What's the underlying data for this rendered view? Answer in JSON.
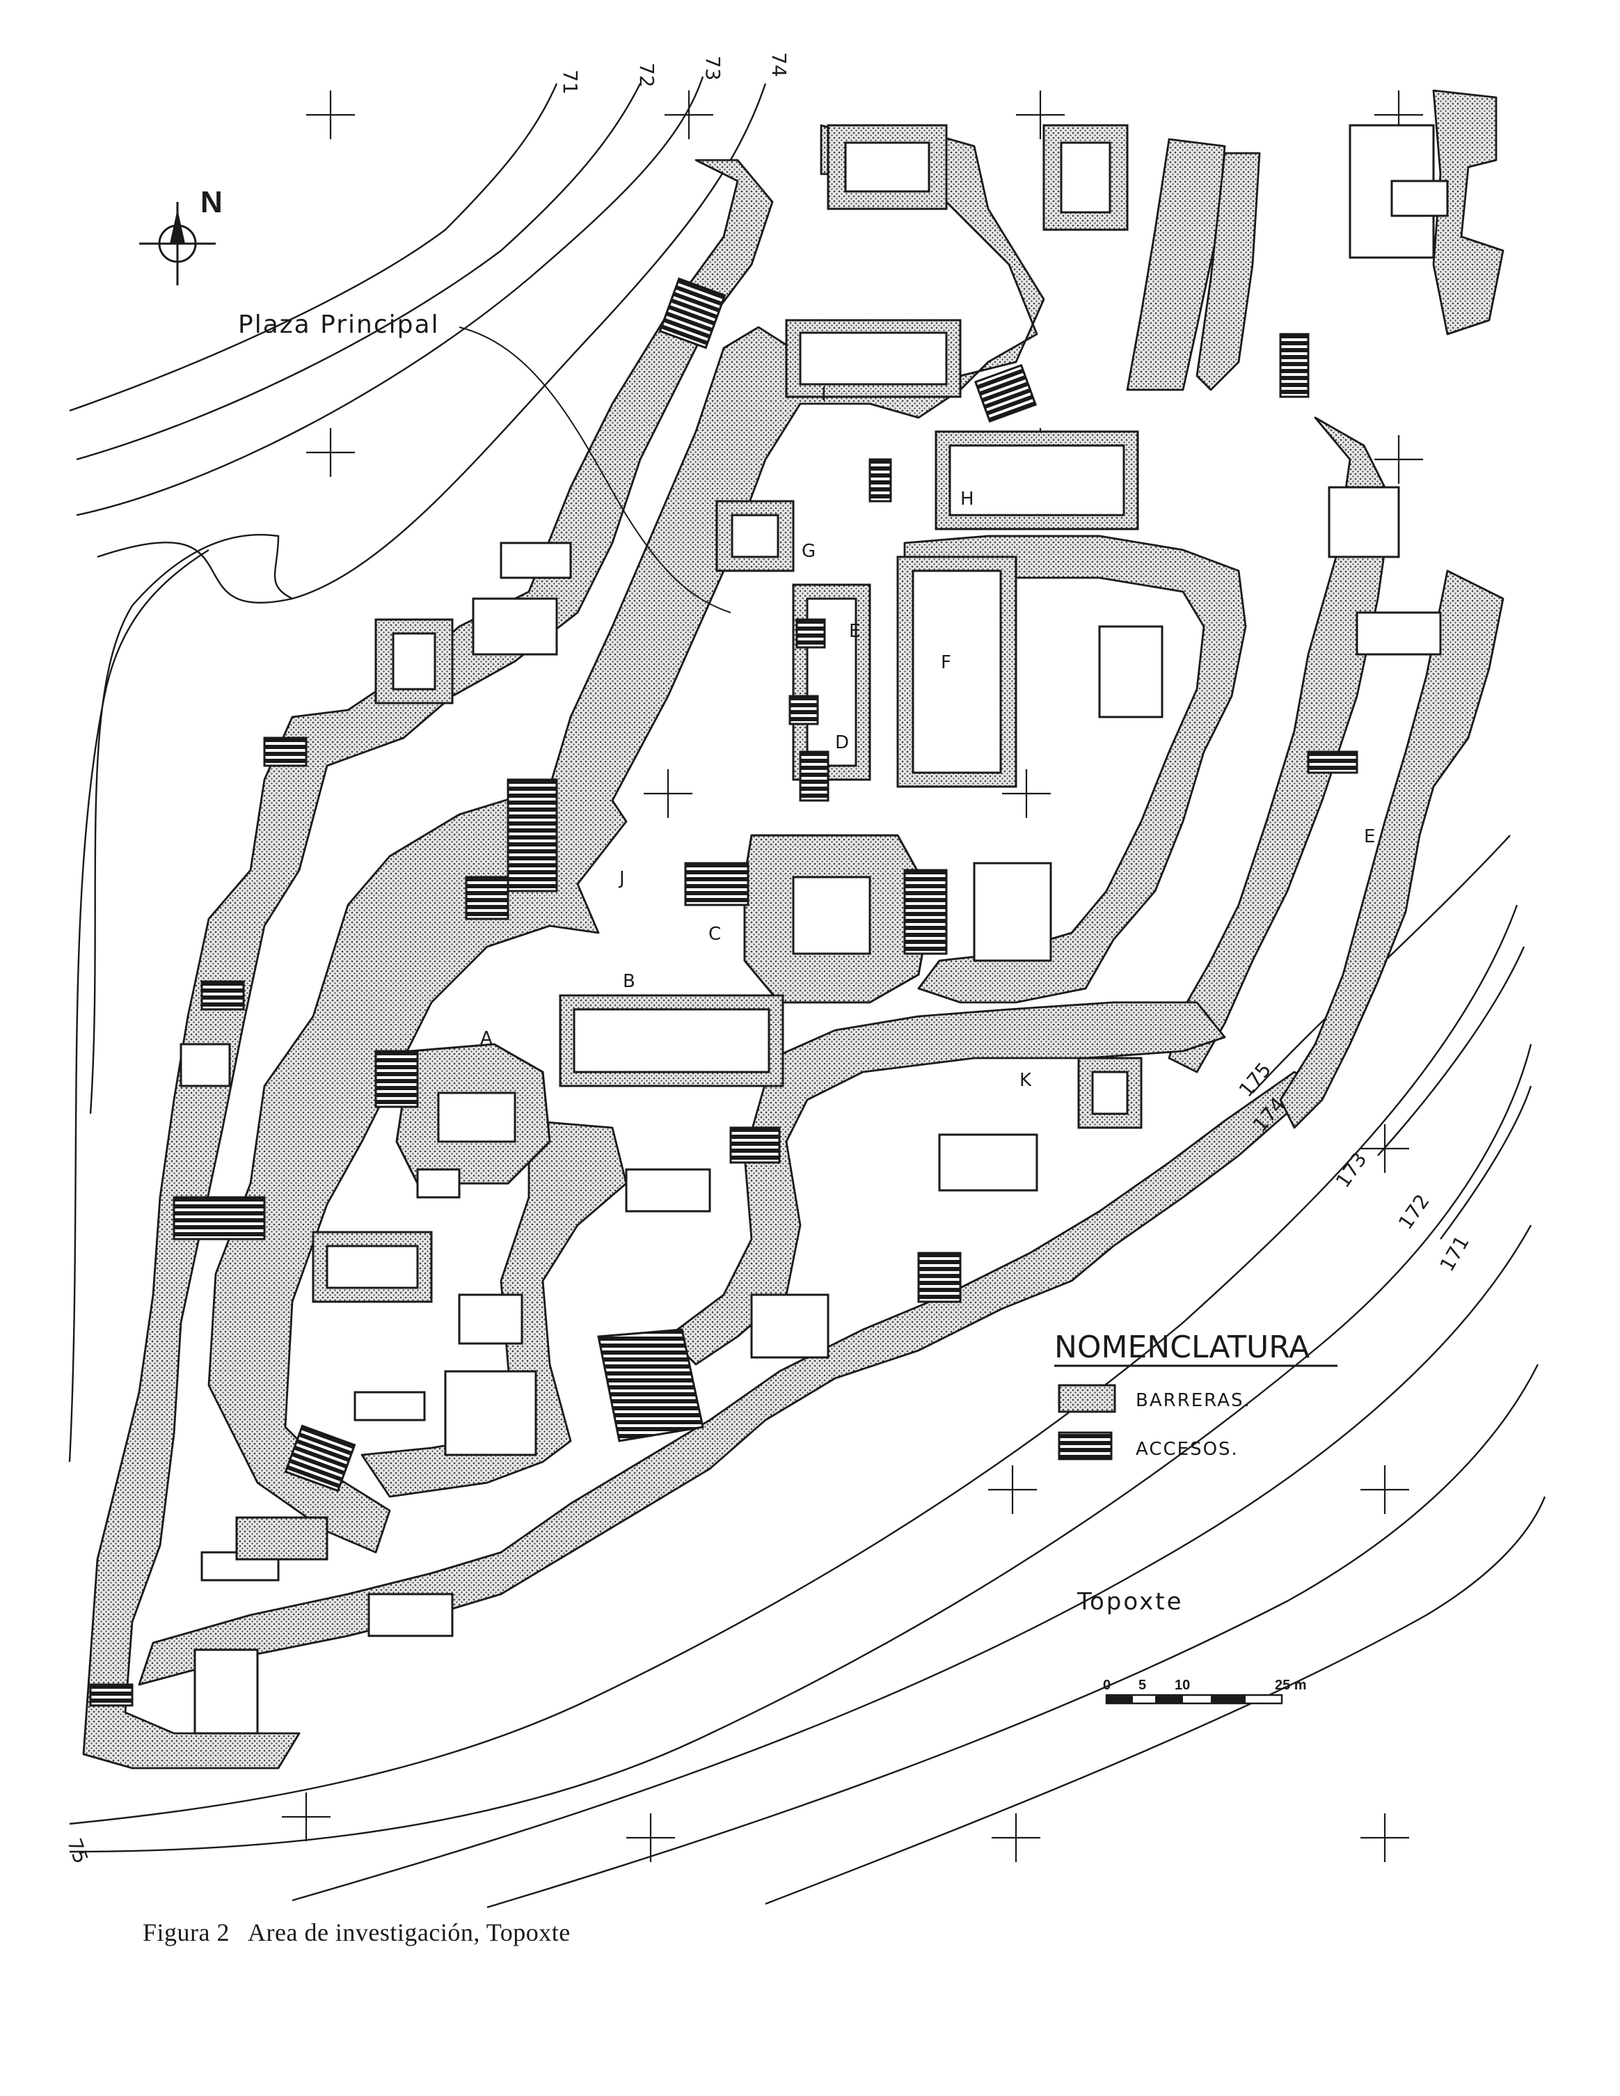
{
  "north_label": "N",
  "plaza_label": "Plaza Principal",
  "legend": {
    "title": "NOMENCLATURA",
    "items": [
      {
        "label": "BARRERAS.",
        "kind": "barrier"
      },
      {
        "label": "ACCESOS.",
        "kind": "access"
      }
    ]
  },
  "site_name": "Topoxte",
  "scale": {
    "ticks": [
      "0",
      "5",
      "10",
      "25 m"
    ]
  },
  "contours_north": [
    "71",
    "72",
    "73",
    "74"
  ],
  "contours_east": [
    "175",
    "174",
    "173",
    "172",
    "171"
  ],
  "contour_sw": "75",
  "structures": [
    "A",
    "B",
    "C",
    "D",
    "E",
    "F",
    "G",
    "H",
    "I",
    "J",
    "K",
    "E"
  ],
  "caption": {
    "number": "Figura 2",
    "text": "Area de investigación, Topoxte"
  },
  "colors": {
    "ink": "#1a1a1a",
    "paper": "#ffffff",
    "barrier_fill": "#cfcfcf"
  }
}
